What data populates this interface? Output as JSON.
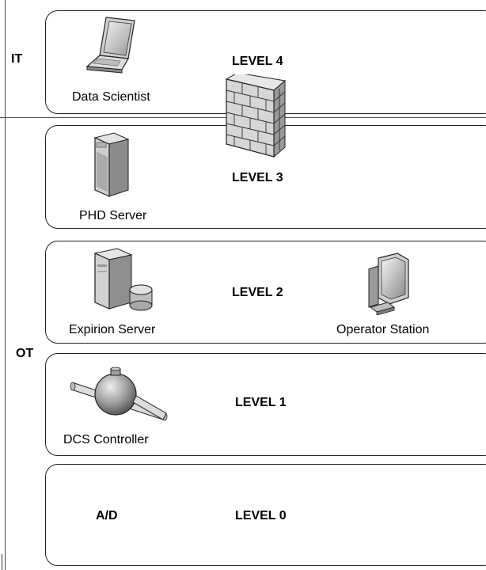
{
  "zones": {
    "it": "IT",
    "ot": "OT"
  },
  "levels": {
    "level4": "LEVEL 4",
    "level3": "LEVEL 3",
    "level2": "LEVEL 2",
    "level1": "LEVEL 1",
    "level0": "LEVEL 0"
  },
  "devices": {
    "data_scientist": "Data Scientist",
    "phd_server": "PHD Server",
    "expirion_server": "Expirion Server",
    "operator_station": "Operator Station",
    "dcs_controller": "DCS Controller",
    "ad": "A/D"
  },
  "icons": [
    "laptop-icon",
    "firewall-icon",
    "server-tower-icon",
    "server-database-icon",
    "monitor-icon",
    "controller-valve-icon"
  ]
}
